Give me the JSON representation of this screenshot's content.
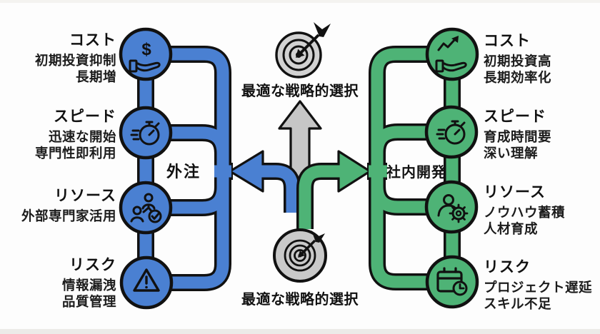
{
  "colors": {
    "blue": "#4a80d2",
    "green": "#4eb376",
    "gray_arrow": "#c6c6c6",
    "gray_circle": "#c9c9c9",
    "outline": "#111111",
    "background": "#fdfdfd"
  },
  "glyphs": {
    "dollar": "$"
  },
  "center": {
    "top_caption": "最適な戦略的選択",
    "bottom_caption": "最適な戦略的選択"
  },
  "left_branch": {
    "label": "外注",
    "items": [
      {
        "title": "コスト",
        "line1": "初期投資抑制",
        "line2": "長期増"
      },
      {
        "title": "スピード",
        "line1": "迅速な開始",
        "line2": "専門性即利用"
      },
      {
        "title": "リソース",
        "line1": "外部専門家活用",
        "line2": ""
      },
      {
        "title": "リスク",
        "line1": "情報漏洩",
        "line2": "品質管理"
      }
    ]
  },
  "right_branch": {
    "label": "社内開発",
    "items": [
      {
        "title": "コスト",
        "line1": "初期投資高",
        "line2": "長期効率化"
      },
      {
        "title": "スピード",
        "line1": "育成時間要",
        "line2": "深い理解"
      },
      {
        "title": "リソース",
        "line1": "ノウハウ蓄積",
        "line2": "人材育成"
      },
      {
        "title": "リスク",
        "line1": "プロジェクト遅延",
        "line2": "スキル不足"
      }
    ]
  }
}
